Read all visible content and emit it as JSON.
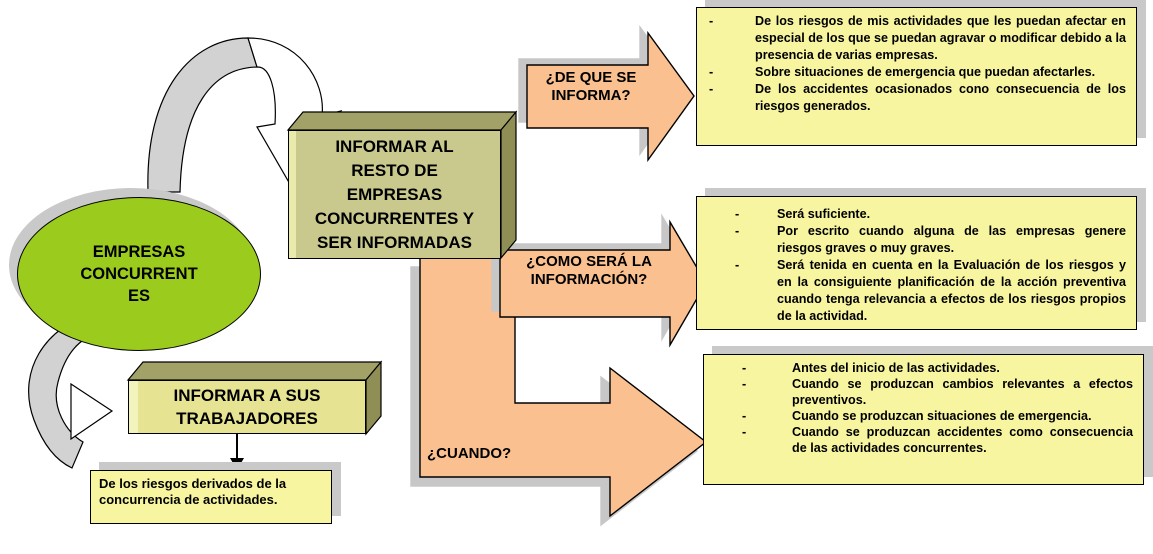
{
  "colors": {
    "ellipse_green": "#9BCB1D",
    "cube_olive_front": "#C9C98E",
    "cube_olive_top": "#A2A268",
    "workers_cube_front": "#E6E492",
    "arrow_orange": "#FAC08F",
    "panel_yellow": "#F7F5A0",
    "shadow_gray": "#C9C9C9"
  },
  "bullet_char": "-",
  "ellipse": {
    "lines": [
      "EMPRESAS",
      "CONCURRENT",
      "ES"
    ]
  },
  "cube_companies": {
    "lines": [
      "INFORMAR AL",
      "RESTO DE",
      "EMPRESAS",
      "CONCURRENTES Y",
      "SER INFORMADAS"
    ]
  },
  "cube_workers": {
    "lines": [
      "INFORMAR A SUS",
      "TRABAJADORES"
    ]
  },
  "workers_note": {
    "text": "De los riesgos derivados de la concurrencia de actividades."
  },
  "arrow_labels": {
    "de_que": "¿DE QUE SE INFORMA?",
    "como": "¿COMO SERÁ LA INFORMACIÓN?",
    "cuando": "¿CUANDO?"
  },
  "panels": [
    {
      "items": [
        "De los riesgos de mis actividades que les puedan afectar en especial de los que se puedan agravar o modificar debido a la presencia de varias empresas.",
        "Sobre situaciones de emergencia que puedan afectarles.",
        "De los accidentes ocasionados cono consecuencia de los riesgos generados."
      ]
    },
    {
      "items": [
        "Será suficiente.",
        "Por escrito cuando alguna de las empresas genere riesgos graves o muy graves.",
        "Será tenida en cuenta en la Evaluación de los riesgos y en la consiguiente planificación de la acción preventiva cuando tenga relevancia a efectos de los riesgos propios de la actividad."
      ]
    },
    {
      "items": [
        "Antes del inicio de las actividades.",
        "Cuando se produzcan cambios relevantes a efectos preventivos.",
        "Cuando se produzcan situaciones de emergencia.",
        "Cuando se produzcan accidentes como consecuencia de las actividades concurrentes."
      ]
    }
  ]
}
